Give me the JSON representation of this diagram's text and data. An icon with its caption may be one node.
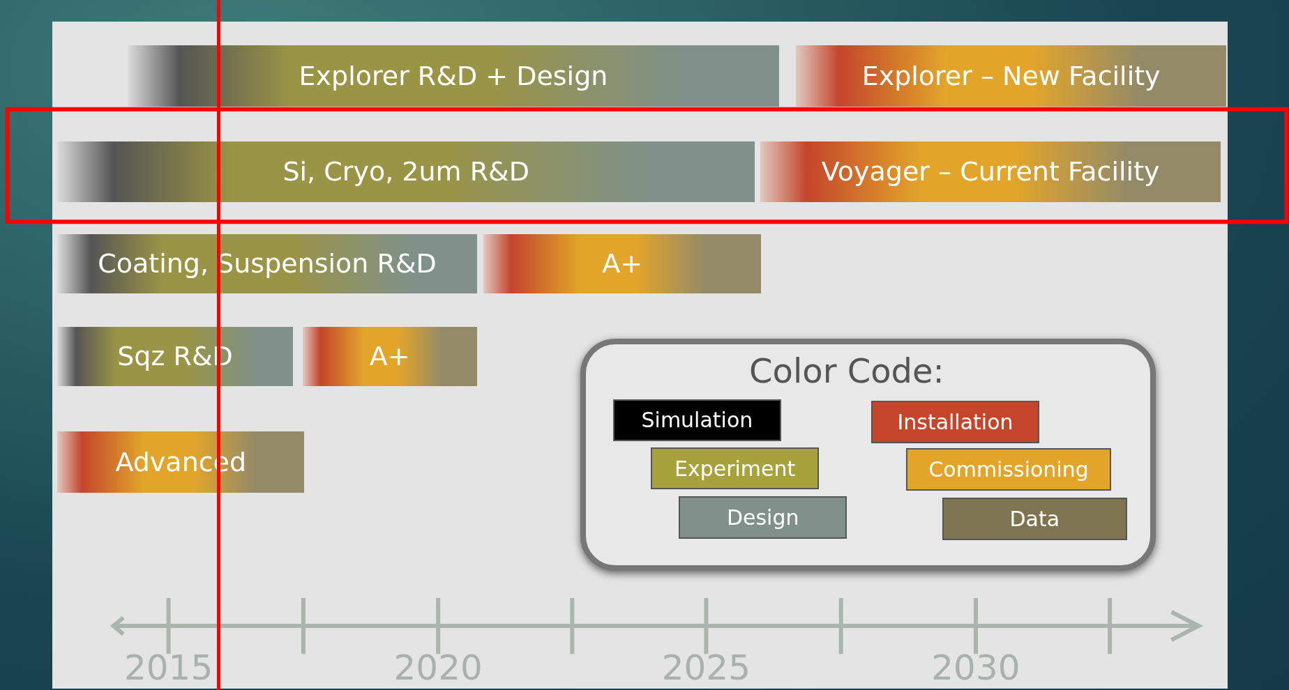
{
  "diagram": {
    "nodes": [
      {
        "text": [
          "Explorer R&D + Design"
        ]
      },
      {
        "text": [
          "Explorer – New Facility"
        ]
      },
      {
        "text": [
          "Si, Cryo, 2um R&D"
        ]
      },
      {
        "text": [
          "Voyager – Current Facility"
        ]
      },
      {
        "text": [
          "Coating, Suspension R&D"
        ]
      },
      {
        "text": [
          "A+"
        ]
      },
      {
        "text": [
          "Sqz R&D"
        ]
      },
      {
        "text": [
          "A+"
        ]
      },
      {
        "text": [
          "Advanced"
        ]
      }
    ],
    "edges": [],
    "labels": [
      "Color Code:",
      "2015",
      "2020",
      "2025",
      "2030"
    ],
    "legend": [
      {
        "text": "Simulation",
        "color": "#000000"
      },
      {
        "text": "Installation",
        "color": "#c4452c"
      },
      {
        "text": "Experiment",
        "color": "#a7a23c"
      },
      {
        "text": "Commissioning",
        "color": "#e2a52a"
      },
      {
        "text": "Design",
        "color": "#7f918a"
      },
      {
        "text": "Data",
        "color": "#7e7550"
      }
    ]
  }
}
